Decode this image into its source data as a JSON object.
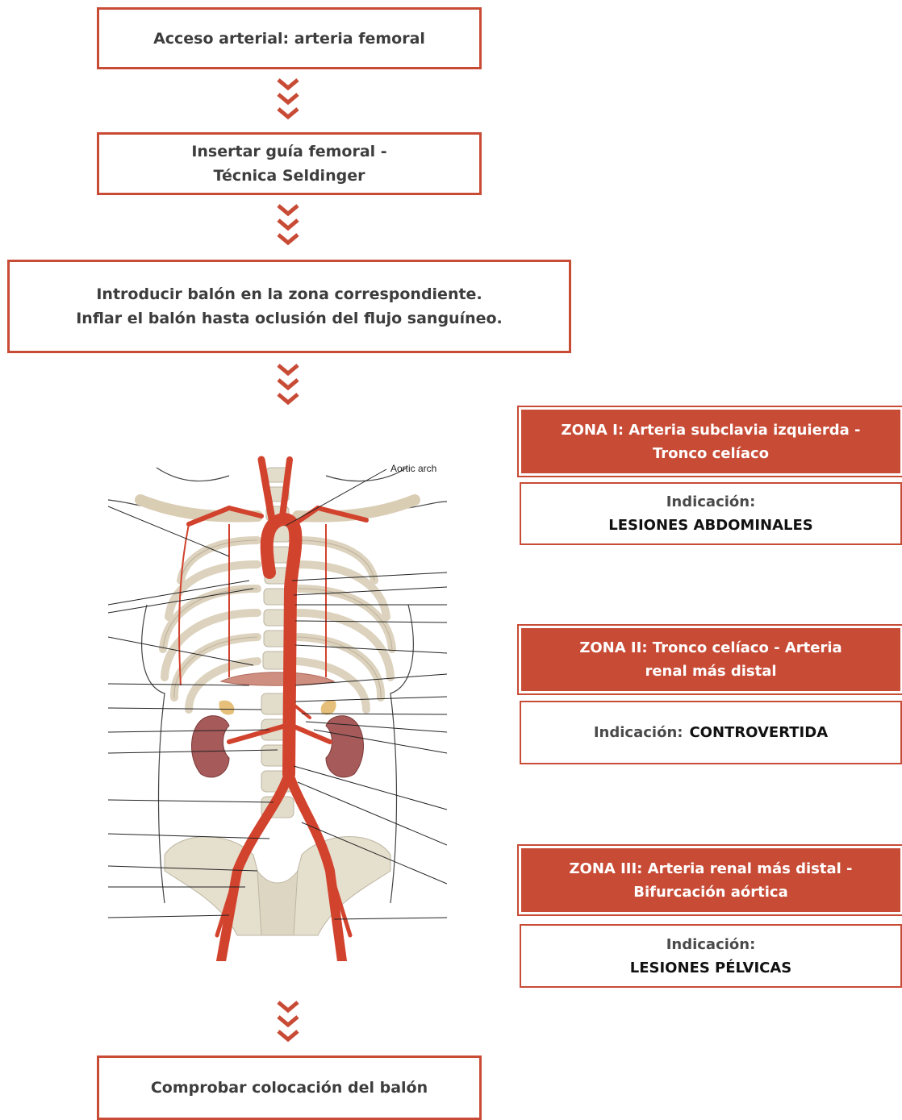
{
  "flow": {
    "step1": "Acceso arterial: arteria femoral",
    "step2_line1": "Insertar guía femoral -",
    "step2_line2": "Técnica Seldinger",
    "step3_line1": "Introducir balón en la zona correspondiente.",
    "step3_line2": "Inflar el balón hasta oclusión del flujo sanguíneo.",
    "step4": "Comprobar colocación del balón"
  },
  "zones": [
    {
      "header_line1": "ZONA I: Arteria subclavia izquierda -",
      "header_line2": "Tronco celíaco",
      "indication_label": "Indicación:",
      "indication_value": "LESIONES ABDOMINALES"
    },
    {
      "header_line1": "ZONA II: Tronco celíaco - Arteria",
      "header_line2": "renal más distal",
      "indication_label": "Indicación:",
      "indication_value": "CONTROVERTIDA"
    },
    {
      "header_line1": "ZONA III: Arteria renal más distal -",
      "header_line2": "Bifurcación aórtica",
      "indication_label": "Indicación:",
      "indication_value": "LESIONES PÉLVICAS"
    }
  ],
  "illustration": {
    "label": "Aortic arch"
  },
  "colors": {
    "accent": "#c84b36",
    "artery": "#d2432e",
    "text": "#3d3d3d"
  }
}
